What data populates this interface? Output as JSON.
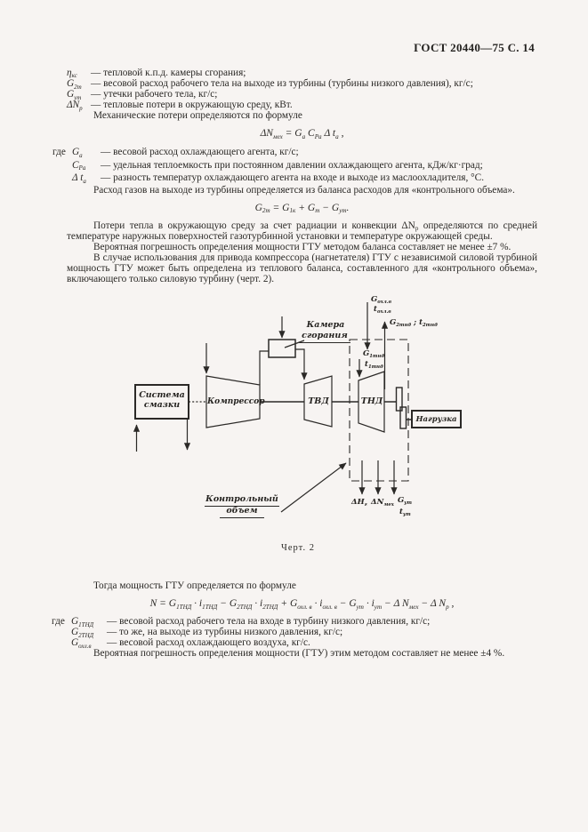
{
  "header": {
    "doc_ref": "ГОСТ 20440—75 С. 14"
  },
  "top": {
    "defs": [
      {
        "sym": [
          {
            "t": "η",
            "s": "кс"
          }
        ],
        "text": "— тепловой к.п.д. камеры сгорания;"
      },
      {
        "sym": [
          {
            "t": "G",
            "s": "2т"
          }
        ],
        "text": "— весовой расход рабочего тела на выходе из турбины (турбины низкого давления), кг/с;"
      },
      {
        "sym": [
          {
            "t": "G",
            "s": "ут"
          }
        ],
        "text": "— утечки рабочего тела, кг/с;"
      },
      {
        "sym": [
          {
            "t": "ΔN",
            "s": "р"
          }
        ],
        "text": "— тепловые потери в окружающую среду, кВт."
      }
    ],
    "mech_intro": "Механические потери определяются по формуле",
    "formula_mech": [
      {
        "t": "ΔN",
        "s": "мех"
      },
      {
        "t": " = G",
        "s": "а"
      },
      {
        "t": " C",
        "s": "Pа"
      },
      {
        "t": " Δ t",
        "s": "а"
      },
      {
        "t": " ,"
      }
    ],
    "where_prefix": "где",
    "where": [
      {
        "sym": [
          {
            "t": "G",
            "s": "а"
          }
        ],
        "text": "— весовой расход охлаждающего агента, кг/с;"
      },
      {
        "sym": [
          {
            "t": "C",
            "s": "Pа"
          }
        ],
        "text": "— удельная теплоемкость при постоянном давлении охлаждающего агента, кДж/кг·град;"
      },
      {
        "sym": [
          {
            "t": "Δ t",
            "s": "а"
          }
        ],
        "text": "— разность температур охлаждающего агента на входе и выходе из маслоохладителя, °С."
      }
    ],
    "gas_intro": "Расход газов на выходе из турбины определяется из баланса расходов для «контрольного объема».",
    "formula_gas": [
      {
        "t": "G",
        "s": "2т"
      },
      {
        "t": " = G",
        "s": "1к"
      },
      {
        "t": " + G",
        "s": "т"
      },
      {
        "t": " − G",
        "s": "ут"
      },
      {
        "t": "."
      }
    ],
    "para1": [
      {
        "t": "Потери тепла в окружающую среду за счет радиации и конвекции ΔN",
        "s": "р"
      },
      {
        "t": " определяются по средней температуре наружных поверхностей газотурбинной установки и температуре окружающей среды."
      }
    ],
    "para2": "Вероятная погрешность определения мощности ГТУ методом баланса составляет не менее ±7 %.",
    "para3": "В случае использования для привода компрессора (нагнетателя) ГТУ с независимой силовой турбиной мощность ГТУ может быть определена из теплового баланса, составленного для «контрольного объема», включающего только силовую турбину (черт. 2)."
  },
  "diagram": {
    "oil_system": "Система смазки",
    "compressor": "Компрессор",
    "combustion1": "Камера",
    "combustion2": "сгорания",
    "tvd": "ТВД",
    "tnd": "ТНД",
    "load": "Нагрузка",
    "control1": "Контрольный",
    "control2": "объем",
    "g_ohl": [
      {
        "t": "G",
        "s": "охл.в"
      }
    ],
    "t_ohl": [
      {
        "t": "t",
        "s": "охл.в"
      }
    ],
    "g1": [
      {
        "t": "G",
        "s": "1тнд"
      }
    ],
    "t1": [
      {
        "t": "t",
        "s": "1тнд"
      }
    ],
    "g2t2": [
      {
        "t": "G",
        "s": "2тнд"
      },
      {
        "t": " ; t",
        "s": "2тнд"
      }
    ],
    "dh": [
      {
        "t": "ΔН",
        "s": "г"
      }
    ],
    "dnmech": [
      {
        "t": "ΔN",
        "s": "мех"
      }
    ],
    "gut": [
      {
        "t": "G",
        "s": "ут"
      }
    ],
    "tut": [
      {
        "t": "t",
        "s": "ут"
      }
    ],
    "caption": "Черт. 2"
  },
  "bottom": {
    "intro": "Тогда мощность ГТУ определяется по формуле",
    "formula_n": [
      {
        "t": "N = G",
        "s": "1ТНД"
      },
      {
        "t": " · i",
        "s": "1ТНД"
      },
      {
        "t": " − G",
        "s": "2ТНД"
      },
      {
        "t": " · i",
        "s": "2ТНД"
      },
      {
        "t": " + G",
        "s": "охл. в"
      },
      {
        "t": " · i",
        "s": "охл. в"
      },
      {
        "t": " − G",
        "s": "ут"
      },
      {
        "t": " · i",
        "s": "ут"
      },
      {
        "t": " − Δ N",
        "s": "мех"
      },
      {
        "t": " − Δ N",
        "s": "р"
      },
      {
        "t": " ,"
      }
    ],
    "where_prefix": "где",
    "defs": [
      {
        "sym": [
          {
            "t": "G",
            "s": "1ТНД"
          }
        ],
        "text": "— весовой расход рабочего тела на входе в турбину низкого давления, кг/с;"
      },
      {
        "sym": [
          {
            "t": "G",
            "s": "2ТНД"
          }
        ],
        "text": "— то же, на выходе из турбины низкого давления, кг/с;"
      },
      {
        "sym": [
          {
            "t": "G",
            "s": "охл.в"
          }
        ],
        "text": "— весовой расход охлаждающего воздуха, кг/с."
      }
    ],
    "note": "Вероятная погрешность определения мощности (ГТУ) этим методом составляет не менее ±4 %."
  }
}
